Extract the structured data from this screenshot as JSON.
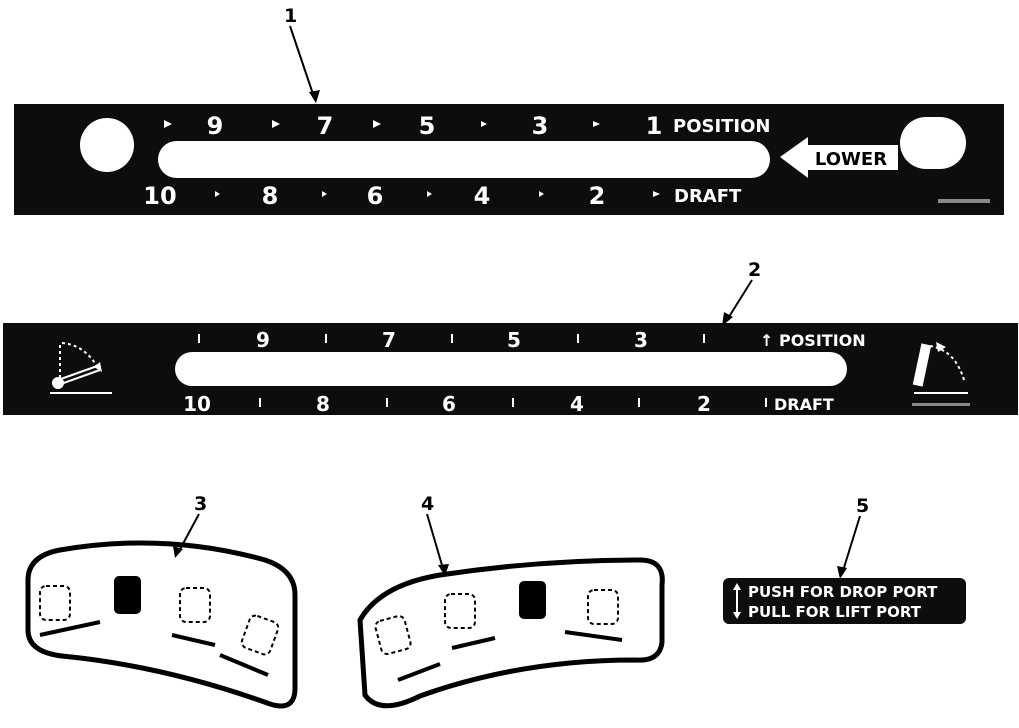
{
  "callouts": [
    "1",
    "2",
    "3",
    "4",
    "5"
  ],
  "decal1": {
    "top_numbers": [
      "9",
      "7",
      "5",
      "3",
      "1"
    ],
    "bottom_numbers": [
      "10",
      "8",
      "6",
      "4",
      "2"
    ],
    "position_label": "POSITION",
    "draft_label": "DRAFT",
    "lower_label": "LOWER"
  },
  "decal2": {
    "top_numbers": [
      "9",
      "7",
      "5",
      "3"
    ],
    "bottom_numbers": [
      "10",
      "8",
      "6",
      "4",
      "2"
    ],
    "position_label": "↑ POSITION",
    "draft_label": "DRAFT"
  },
  "decal5": {
    "line1": "PUSH FOR DROP PORT",
    "line2": "PULL FOR LIFT PORT"
  },
  "colors": {
    "panel": "#0d0d0d",
    "ink": "#000000",
    "paper": "#ffffff"
  }
}
